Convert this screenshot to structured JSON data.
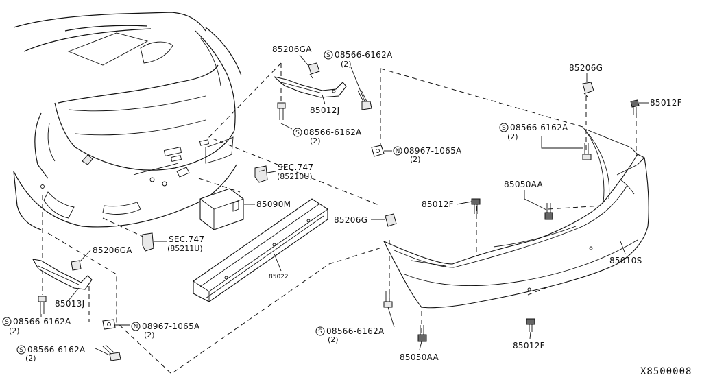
{
  "diagram": {
    "reference_code": "X8500008",
    "labels": {
      "p85206GA_top": "85206GA",
      "bolt_top_a": "08566-6162A",
      "bolt_top_a_qty": "(2)",
      "p85012J": "85012J",
      "bolt_top_b": "08566-6162A",
      "bolt_top_b_qty": "(2)",
      "nut_mid": "08967-1065A",
      "nut_mid_qty": "(2)",
      "sec747_a": "SEC.747",
      "sec747_a_sub": "(85210U)",
      "p85090M": "85090M",
      "sec747_b": "SEC.747",
      "sec747_b_sub": "(85211U)",
      "p85206GA_left": "85206GA",
      "p85013J": "85013J",
      "bolt_left_a": "08566-6162A",
      "bolt_left_a_qty": "(2)",
      "bolt_left_b": "08566-6162A",
      "bolt_left_b_qty": "(2)",
      "nut_low": "08967-1065A",
      "nut_low_qty": "(2)",
      "p85022": "85022",
      "p85206G_top": "85206G",
      "p85012F_top": "85012F",
      "bolt_right": "08566-6162A",
      "bolt_right_qty": "(2)",
      "p85050AA_top": "85050AA",
      "p85012F_mid": "85012F",
      "p85206G_mid": "85206G",
      "p85010S": "85010S",
      "bolt_bottom": "08566-6162A",
      "bolt_bottom_qty": "(2)",
      "p85050AA_bottom": "85050AA",
      "p85012F_bottom": "85012F"
    },
    "symbols": {
      "screw": "S",
      "nut": "N"
    }
  }
}
